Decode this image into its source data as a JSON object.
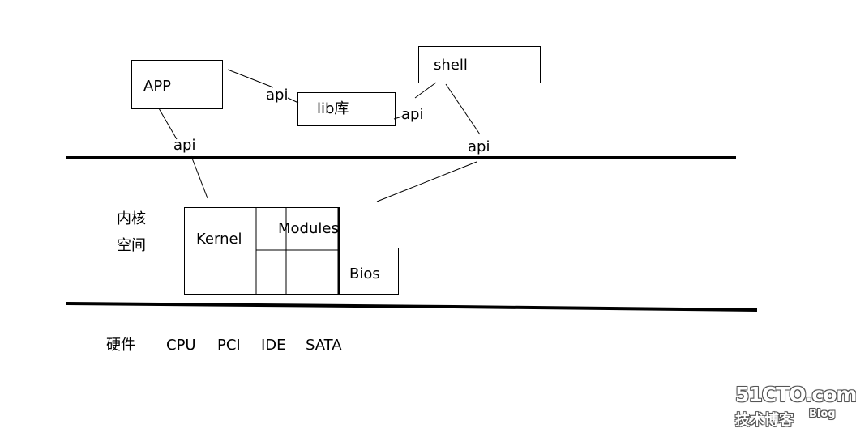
{
  "boxes": {
    "app": "APP",
    "lib": "lib库",
    "shell": "shell",
    "kernel": "Kernel",
    "modules": "Modules",
    "bios": "Bios"
  },
  "api_labels": {
    "app_lib": "api",
    "lib_shell": "api",
    "app_kernel": "api",
    "shell_kernel": "api"
  },
  "kernel_space_label": {
    "line1": "内核",
    "line2": "空间"
  },
  "hardware": {
    "label": "硬件",
    "items": [
      "CPU",
      "PCI",
      "IDE",
      "SATA"
    ]
  },
  "watermark": {
    "site": "51CTO.com",
    "tagline": "技术博客",
    "blog": "Blog"
  }
}
